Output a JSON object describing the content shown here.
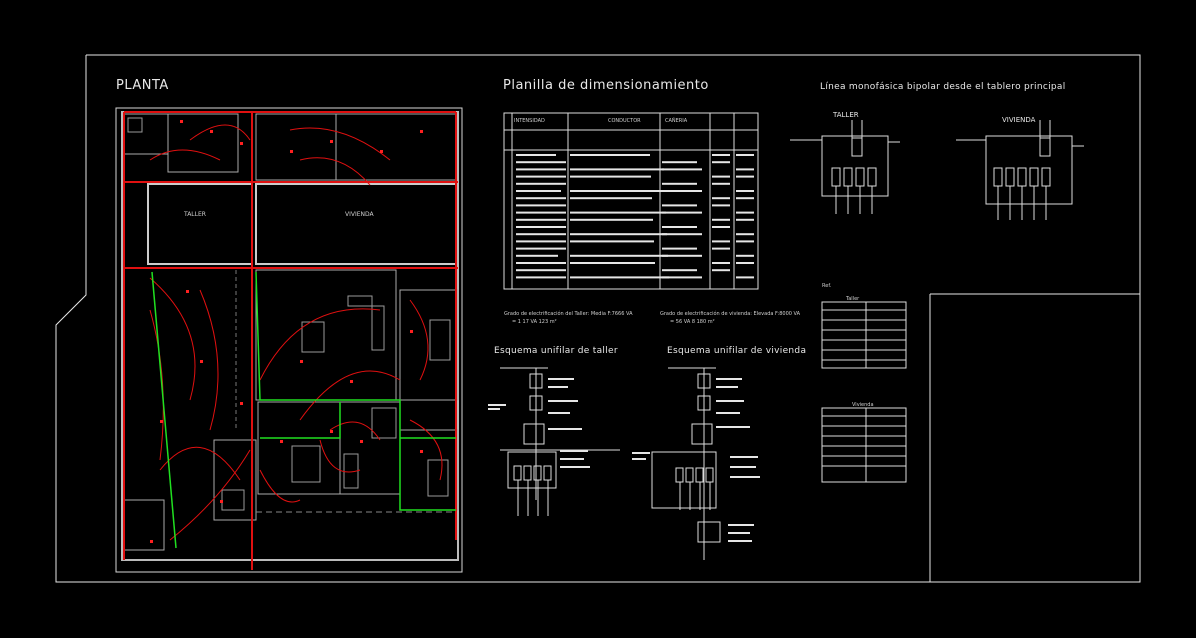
{
  "titles": {
    "plan": "PLANTA",
    "table": "Planilla de dimensionamiento",
    "single_line": "Línea monofásica bipolar desde el tablero principal",
    "taller_scheme": "Esquema unifilar de taller",
    "vivienda_scheme": "Esquema unifilar de vivienda"
  },
  "rooms": {
    "taller": "TALLER",
    "vivienda": "VIVIENDA"
  },
  "panels": {
    "taller": "TALLER",
    "vivienda": "VIVIENDA"
  },
  "notes": {
    "taller_grade": "Grado de electrificación del Taller: Media F:7666 VA",
    "taller_grade_2": "= 1 17 VA 123 m²",
    "vivienda_grade": "Grado de electrificación de vivienda: Elevada F:8000 VA",
    "vivienda_grade_2": "= 56 VA 8 180 m²"
  },
  "table_headers": {
    "col1": "INTENSIDAD",
    "col2": "CONDUCTOR",
    "col3": "CAÑERIA"
  },
  "legend": {
    "taller": "Taller",
    "vivienda": "Vivienda",
    "ref": "Ref."
  },
  "colors": {
    "background": "#000000",
    "frame": "#e6e6e6",
    "wall": "#d6d6d6",
    "circuit": "#e01010",
    "green_line": "#20e020"
  }
}
